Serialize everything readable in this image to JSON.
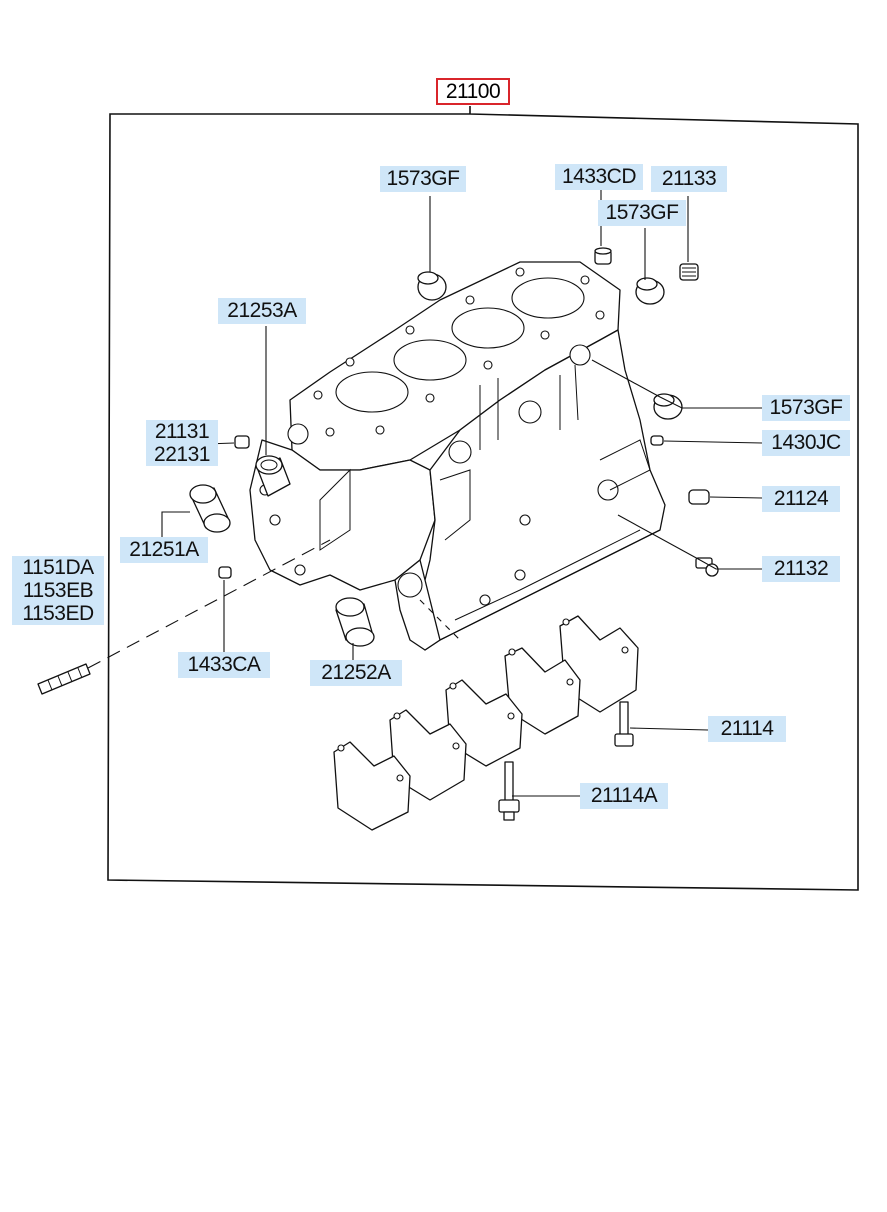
{
  "assembly": {
    "part_number": "21100"
  },
  "callouts": {
    "c1573gf_top": "1573GF",
    "c1433cd": "1433CD",
    "c21133": "21133",
    "c1573gf_mid": "1573GF",
    "c21253a": "21253A",
    "c21131": "21131",
    "c22131": "22131",
    "c21251a": "21251A",
    "c1573gf_right": "1573GF",
    "c1430jc": "1430JC",
    "c21124": "21124",
    "c21132": "21132",
    "c1151da": "1151DA",
    "c1153eb": "1153EB",
    "c1153ed": "1153ED",
    "c1433ca": "1433CA",
    "c21252a": "21252A",
    "c21114": "21114",
    "c21114a": "21114A"
  },
  "colors": {
    "highlight": "#cfe6f8",
    "selected_border": "#d9252b",
    "line": "#111111"
  }
}
